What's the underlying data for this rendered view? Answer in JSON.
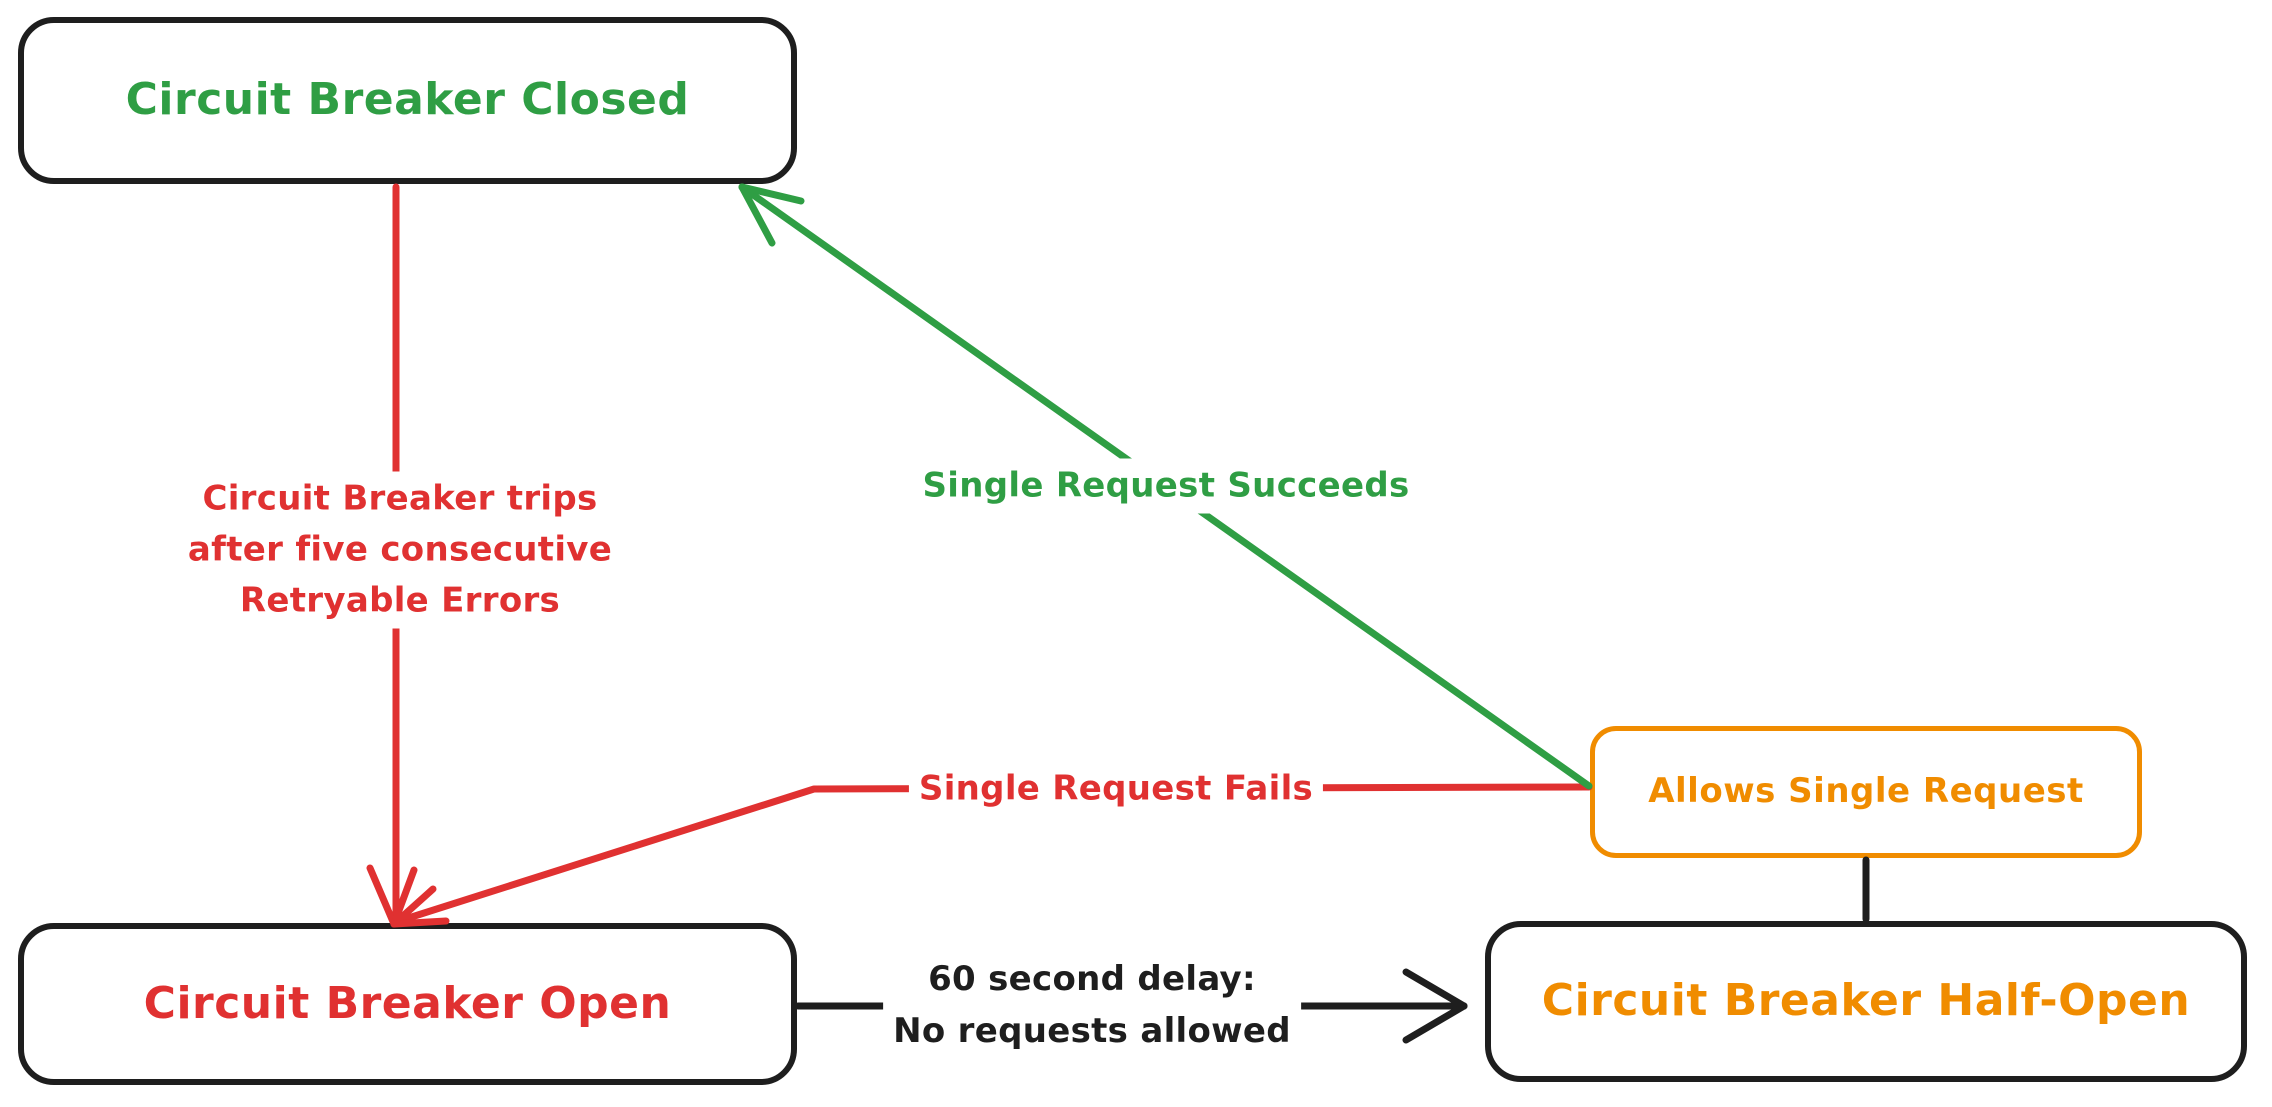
{
  "diagram": {
    "type": "state-diagram",
    "subject": "Circuit Breaker",
    "colors": {
      "green": "#2f9e44",
      "red": "#e03131",
      "orange": "#f08c00",
      "ink": "#1e1e1e",
      "canvas": "#ffffff"
    },
    "nodes": {
      "closed": {
        "label": "Circuit Breaker Closed",
        "text_color": "green",
        "border_color": "ink"
      },
      "open": {
        "label": "Circuit Breaker Open",
        "text_color": "red",
        "border_color": "ink"
      },
      "half_open": {
        "label": "Circuit Breaker Half-Open",
        "text_color": "orange",
        "border_color": "ink"
      },
      "allows": {
        "label": "Allows Single Request",
        "text_color": "orange",
        "border_color": "orange"
      }
    },
    "edges": {
      "trip": {
        "from": "closed",
        "to": "open",
        "color": "red",
        "arrowhead": "to",
        "lines": [
          "Circuit Breaker trips",
          "after five consecutive",
          "Retryable Errors"
        ]
      },
      "fail": {
        "from": "allows",
        "to": "open",
        "color": "red",
        "arrowhead": "to",
        "label": "Single Request Fails"
      },
      "succeed": {
        "from": "allows",
        "to": "closed",
        "color": "green",
        "arrowhead": "to",
        "label": "Single Request Succeeds"
      },
      "delay": {
        "from": "open",
        "to": "half_open",
        "color": "ink",
        "arrowhead": "to",
        "lines": [
          "60 second delay:",
          "No requests allowed"
        ]
      },
      "probe": {
        "from": "half_open",
        "to": "allows",
        "color": "ink",
        "arrowhead": "none"
      }
    }
  }
}
